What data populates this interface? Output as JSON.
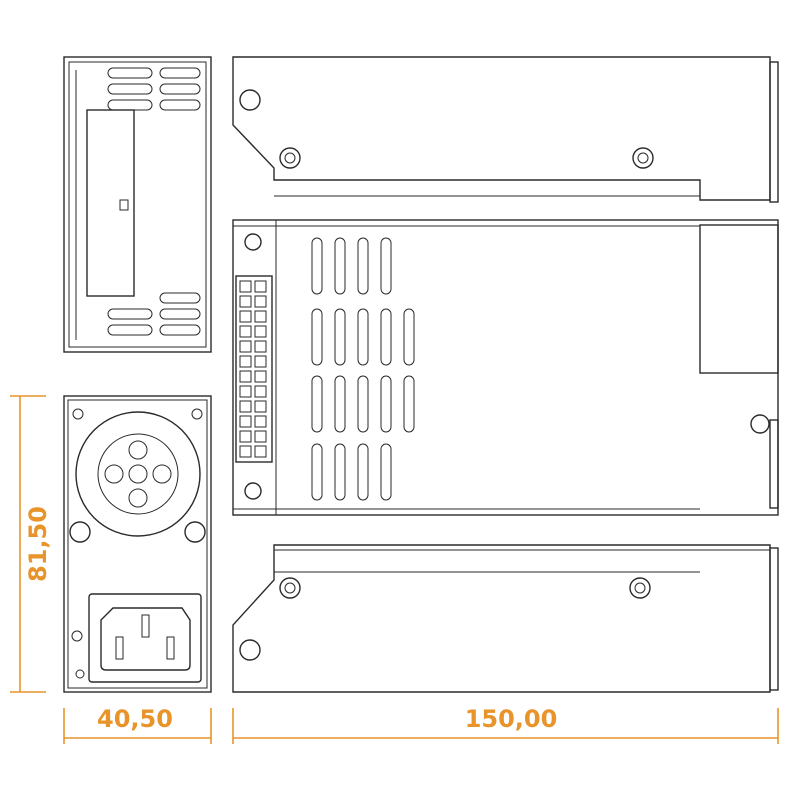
{
  "dimensions": {
    "height_label": "81,50",
    "width_label": "40,50",
    "length_label": "150,00"
  },
  "colors": {
    "dimension": "#e8942a",
    "outline": "#2a2a2a"
  }
}
